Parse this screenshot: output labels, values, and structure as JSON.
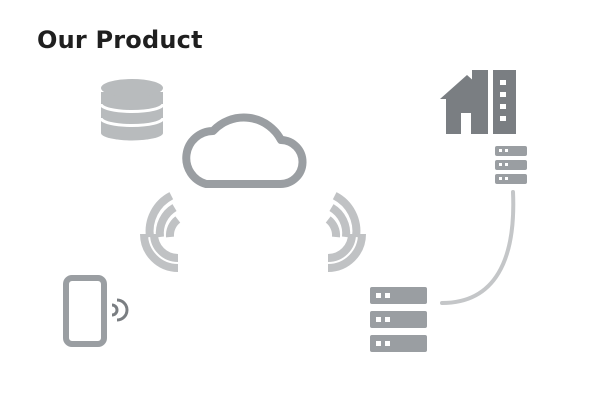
{
  "diagram": {
    "title": "Our Product",
    "nodes": [
      {
        "id": "database",
        "icon": "database-icon"
      },
      {
        "id": "cloud",
        "icon": "cloud-icon"
      },
      {
        "id": "building",
        "icon": "building-icon"
      },
      {
        "id": "building-server",
        "icon": "server-rack-icon"
      },
      {
        "id": "mobile",
        "icon": "smartphone-icon"
      },
      {
        "id": "main-server",
        "icon": "server-stack-icon"
      }
    ],
    "links": [
      {
        "from": "cloud",
        "to": "mobile",
        "kind": "wireless"
      },
      {
        "from": "cloud",
        "to": "main-server",
        "kind": "wireless"
      },
      {
        "from": "building-server",
        "to": "main-server",
        "kind": "cable"
      }
    ]
  },
  "colors": {
    "title": "#1f1f1f",
    "icon_dark": "#7a7e82",
    "icon_mid": "#9a9ea2",
    "icon_light": "#b8bbbd",
    "signal": "#c0c2c4",
    "cable": "#c4c6c8",
    "slot": "#ffffff"
  }
}
